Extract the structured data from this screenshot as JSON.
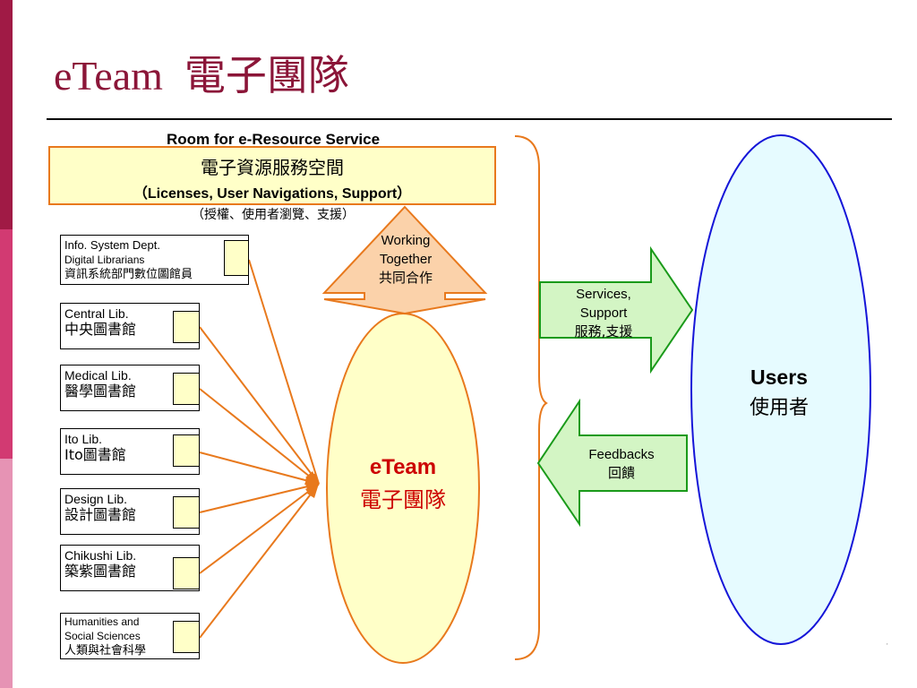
{
  "title": {
    "en": "eTeam",
    "zh": "電子團隊"
  },
  "room": {
    "caption": "Room for e-Resource Service",
    "zh": "電子資源服務空間",
    "en": "（Licenses, User Navigations, Support）",
    "sub": "（授權、使用者瀏覽、支援）"
  },
  "libraries": [
    {
      "line1": "Info. System Dept.",
      "line2": "Digital Librarians",
      "line3": "資訊系統部門數位圖館員"
    },
    {
      "line1": "Central Lib.",
      "line2": "中央圖書館"
    },
    {
      "line1": "Medical Lib.",
      "line2": "醫學圖書館"
    },
    {
      "line1": "Ito Lib.",
      "line2": "Ito圖書館"
    },
    {
      "line1": "Design Lib.",
      "line2": "設計圖書館"
    },
    {
      "line1": "Chikushi Lib.",
      "line2": "築紫圖書館"
    },
    {
      "line1": "Humanities and",
      "line2": "Social Sciences",
      "line3": "人類與社會科學"
    }
  ],
  "working": {
    "line1": "Working",
    "line2": "Together",
    "line3": "共同合作"
  },
  "center": {
    "en": "eTeam",
    "zh": "電子團隊"
  },
  "services": {
    "line1": "Services,",
    "line2": "Support",
    "line3": "服務,支援"
  },
  "feedbacks": {
    "line1": "Feedbacks",
    "line2": "回饋"
  },
  "users": {
    "en": "Users",
    "zh": "使用者"
  },
  "colors": {
    "title": "#8b1538",
    "sidebar_top": "#a01a45",
    "sidebar_mid": "#d23a72",
    "sidebar_bottom": "#e693b4",
    "orange": "#e8791d",
    "cream": "#ffffc8",
    "green_fill": "#d3f5c4",
    "green_stroke": "#1a9a1a",
    "users_stroke": "#1515d8",
    "users_fill": "#e6fbff",
    "center_text": "#cc0000"
  }
}
